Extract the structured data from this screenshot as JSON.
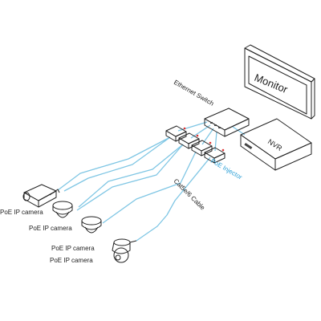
{
  "diagram": {
    "devices": {
      "monitor": "Monitor",
      "nvr": "NVR",
      "switch": "Ethernet Switch",
      "injector": "PoE Injector",
      "cable": "Cat5e/6 Cable"
    },
    "cameras": [
      {
        "label": "PoE IP camera",
        "kind": "bullet-camera-icon"
      },
      {
        "label": "PoE IP camera",
        "kind": "dome-camera-icon"
      },
      {
        "label": "PoE IP camera",
        "kind": "dome-camera-icon"
      },
      {
        "label": "PoE IP camera",
        "kind": "ptz-camera-icon"
      }
    ],
    "colors": {
      "cable": "#7fc6e4",
      "injector_label": "#2a9fd6",
      "outline": "#222222",
      "monitor_screen": "#dcdcdc"
    }
  }
}
